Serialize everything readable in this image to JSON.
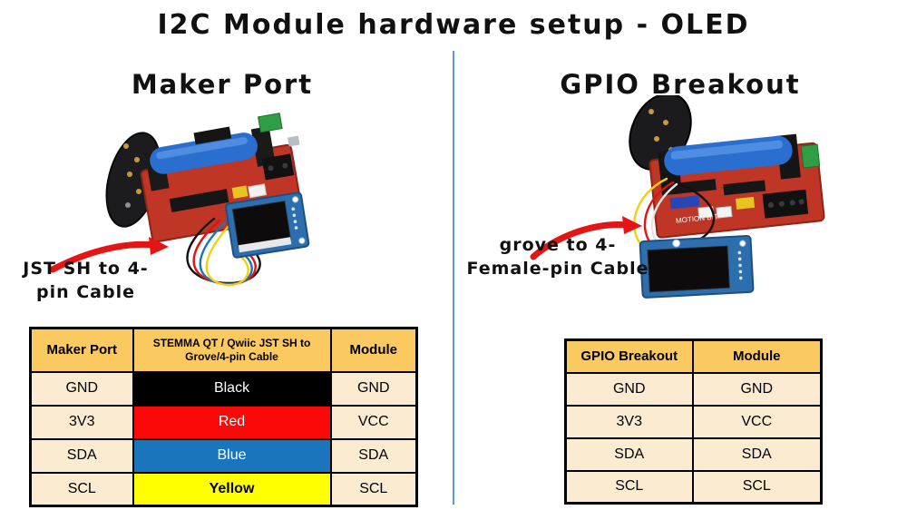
{
  "title": "I2C Module hardware setup - OLED",
  "colors": {
    "divider": "#5B9BD5",
    "table_header_bg": "#FAC95F",
    "table_cell_bg": "#FBEBD0",
    "table_border": "#000000",
    "arrow_red": "#E31515"
  },
  "left": {
    "heading": "Maker Port",
    "annotation": {
      "line1": "JST SH to 4-",
      "line2": "pin Cable"
    },
    "photo": {
      "description": "Maker Port board with battery and OLED module connected by JST SH cable",
      "icons": [
        "microbit-board-icon",
        "main-board-icon",
        "battery-icon",
        "power-terminal-icon",
        "oled-module-icon",
        "jst-cable-wires-icon",
        "red-arrow-icon"
      ]
    },
    "table": {
      "headers": [
        "Maker Port",
        "STEMMA QT / Qwiic JST SH to Grove/4-pin Cable",
        "Module"
      ],
      "rows": [
        {
          "port": "GND",
          "wire": "Black",
          "wire_bg": "#000000",
          "wire_fg": "#FFFFFF",
          "wire_weight": "normal",
          "module": "GND"
        },
        {
          "port": "3V3",
          "wire": "Red",
          "wire_bg": "#FB0909",
          "wire_fg": "#FFFFFF",
          "wire_weight": "normal",
          "module": "VCC"
        },
        {
          "port": "SDA",
          "wire": "Blue",
          "wire_bg": "#1B75BC",
          "wire_fg": "#FFFFFF",
          "wire_weight": "normal",
          "module": "SDA"
        },
        {
          "port": "SCL",
          "wire": "Yellow",
          "wire_bg": "#FFFF00",
          "wire_fg": "#000000",
          "wire_weight": "bold",
          "module": "SCL"
        }
      ]
    }
  },
  "right": {
    "heading": "GPIO Breakout",
    "annotation": {
      "line1": "grove to 4-",
      "line2": "Female-pin Cable"
    },
    "photo": {
      "description": "GPIO breakout board with battery and Grove OLED module connected by grove-to-female-pin cable",
      "board_label": "MOTION BIT",
      "icons": [
        "microbit-board-icon",
        "main-board-icon",
        "battery-icon",
        "power-terminal-icon",
        "oled-module-icon",
        "grove-cable-wires-icon",
        "red-arrow-icon"
      ]
    },
    "table": {
      "headers": [
        "GPIO Breakout",
        "Module"
      ],
      "rows": [
        {
          "breakout": "GND",
          "module": "GND"
        },
        {
          "breakout": "3V3",
          "module": "VCC"
        },
        {
          "breakout": "SDA",
          "module": "SDA"
        },
        {
          "breakout": "SCL",
          "module": "SCL"
        }
      ]
    }
  }
}
